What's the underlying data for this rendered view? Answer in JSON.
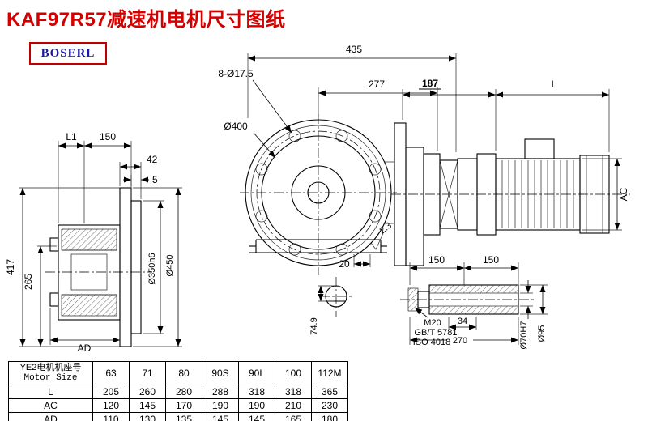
{
  "page": {
    "title": "KAF97R57减速机电机尺寸图纸",
    "logo": "BOSERL"
  },
  "colors": {
    "title": "#d40000",
    "logo_text": "#1a1aa6",
    "logo_border": "#c00000",
    "line": "#000000"
  },
  "dims": {
    "overall_435": "435",
    "bolt_holes": "8-Ø17.5",
    "width_277": "277",
    "offset_187": "187",
    "motor_length": "L",
    "flange_dia": "Ø400",
    "motor_ac": "AC",
    "l1": "L1",
    "top_150": "150",
    "top_42": "42",
    "plate_5": "5",
    "height_417": "417",
    "height_265": "265",
    "ad": "AD",
    "dia_350": "Ø350h6",
    "dia_450": "Ø450",
    "base_20": "20",
    "across_749": "74.9",
    "surface_23": "2.3",
    "shaft_150_a": "150",
    "shaft_150_b": "150",
    "thread": "M20",
    "std_gb": "GB/T 5781",
    "std_iso": "ISO 4018",
    "len_34": "34",
    "len_270": "270",
    "bore_dia": "Ø70H7",
    "shaft_dia": "Ø95"
  },
  "table": {
    "header_cn": "YE2电机机座号",
    "header_en": "Motor Size",
    "col_headers": [
      "63",
      "71",
      "80",
      "90S",
      "90L",
      "100",
      "112M"
    ],
    "rows": [
      {
        "label": "L",
        "values": [
          "205",
          "260",
          "280",
          "288",
          "318",
          "318",
          "365"
        ]
      },
      {
        "label": "AC",
        "values": [
          "120",
          "145",
          "170",
          "190",
          "190",
          "210",
          "230"
        ]
      },
      {
        "label": "AD",
        "values": [
          "110",
          "130",
          "135",
          "145",
          "145",
          "165",
          "180"
        ]
      }
    ]
  }
}
